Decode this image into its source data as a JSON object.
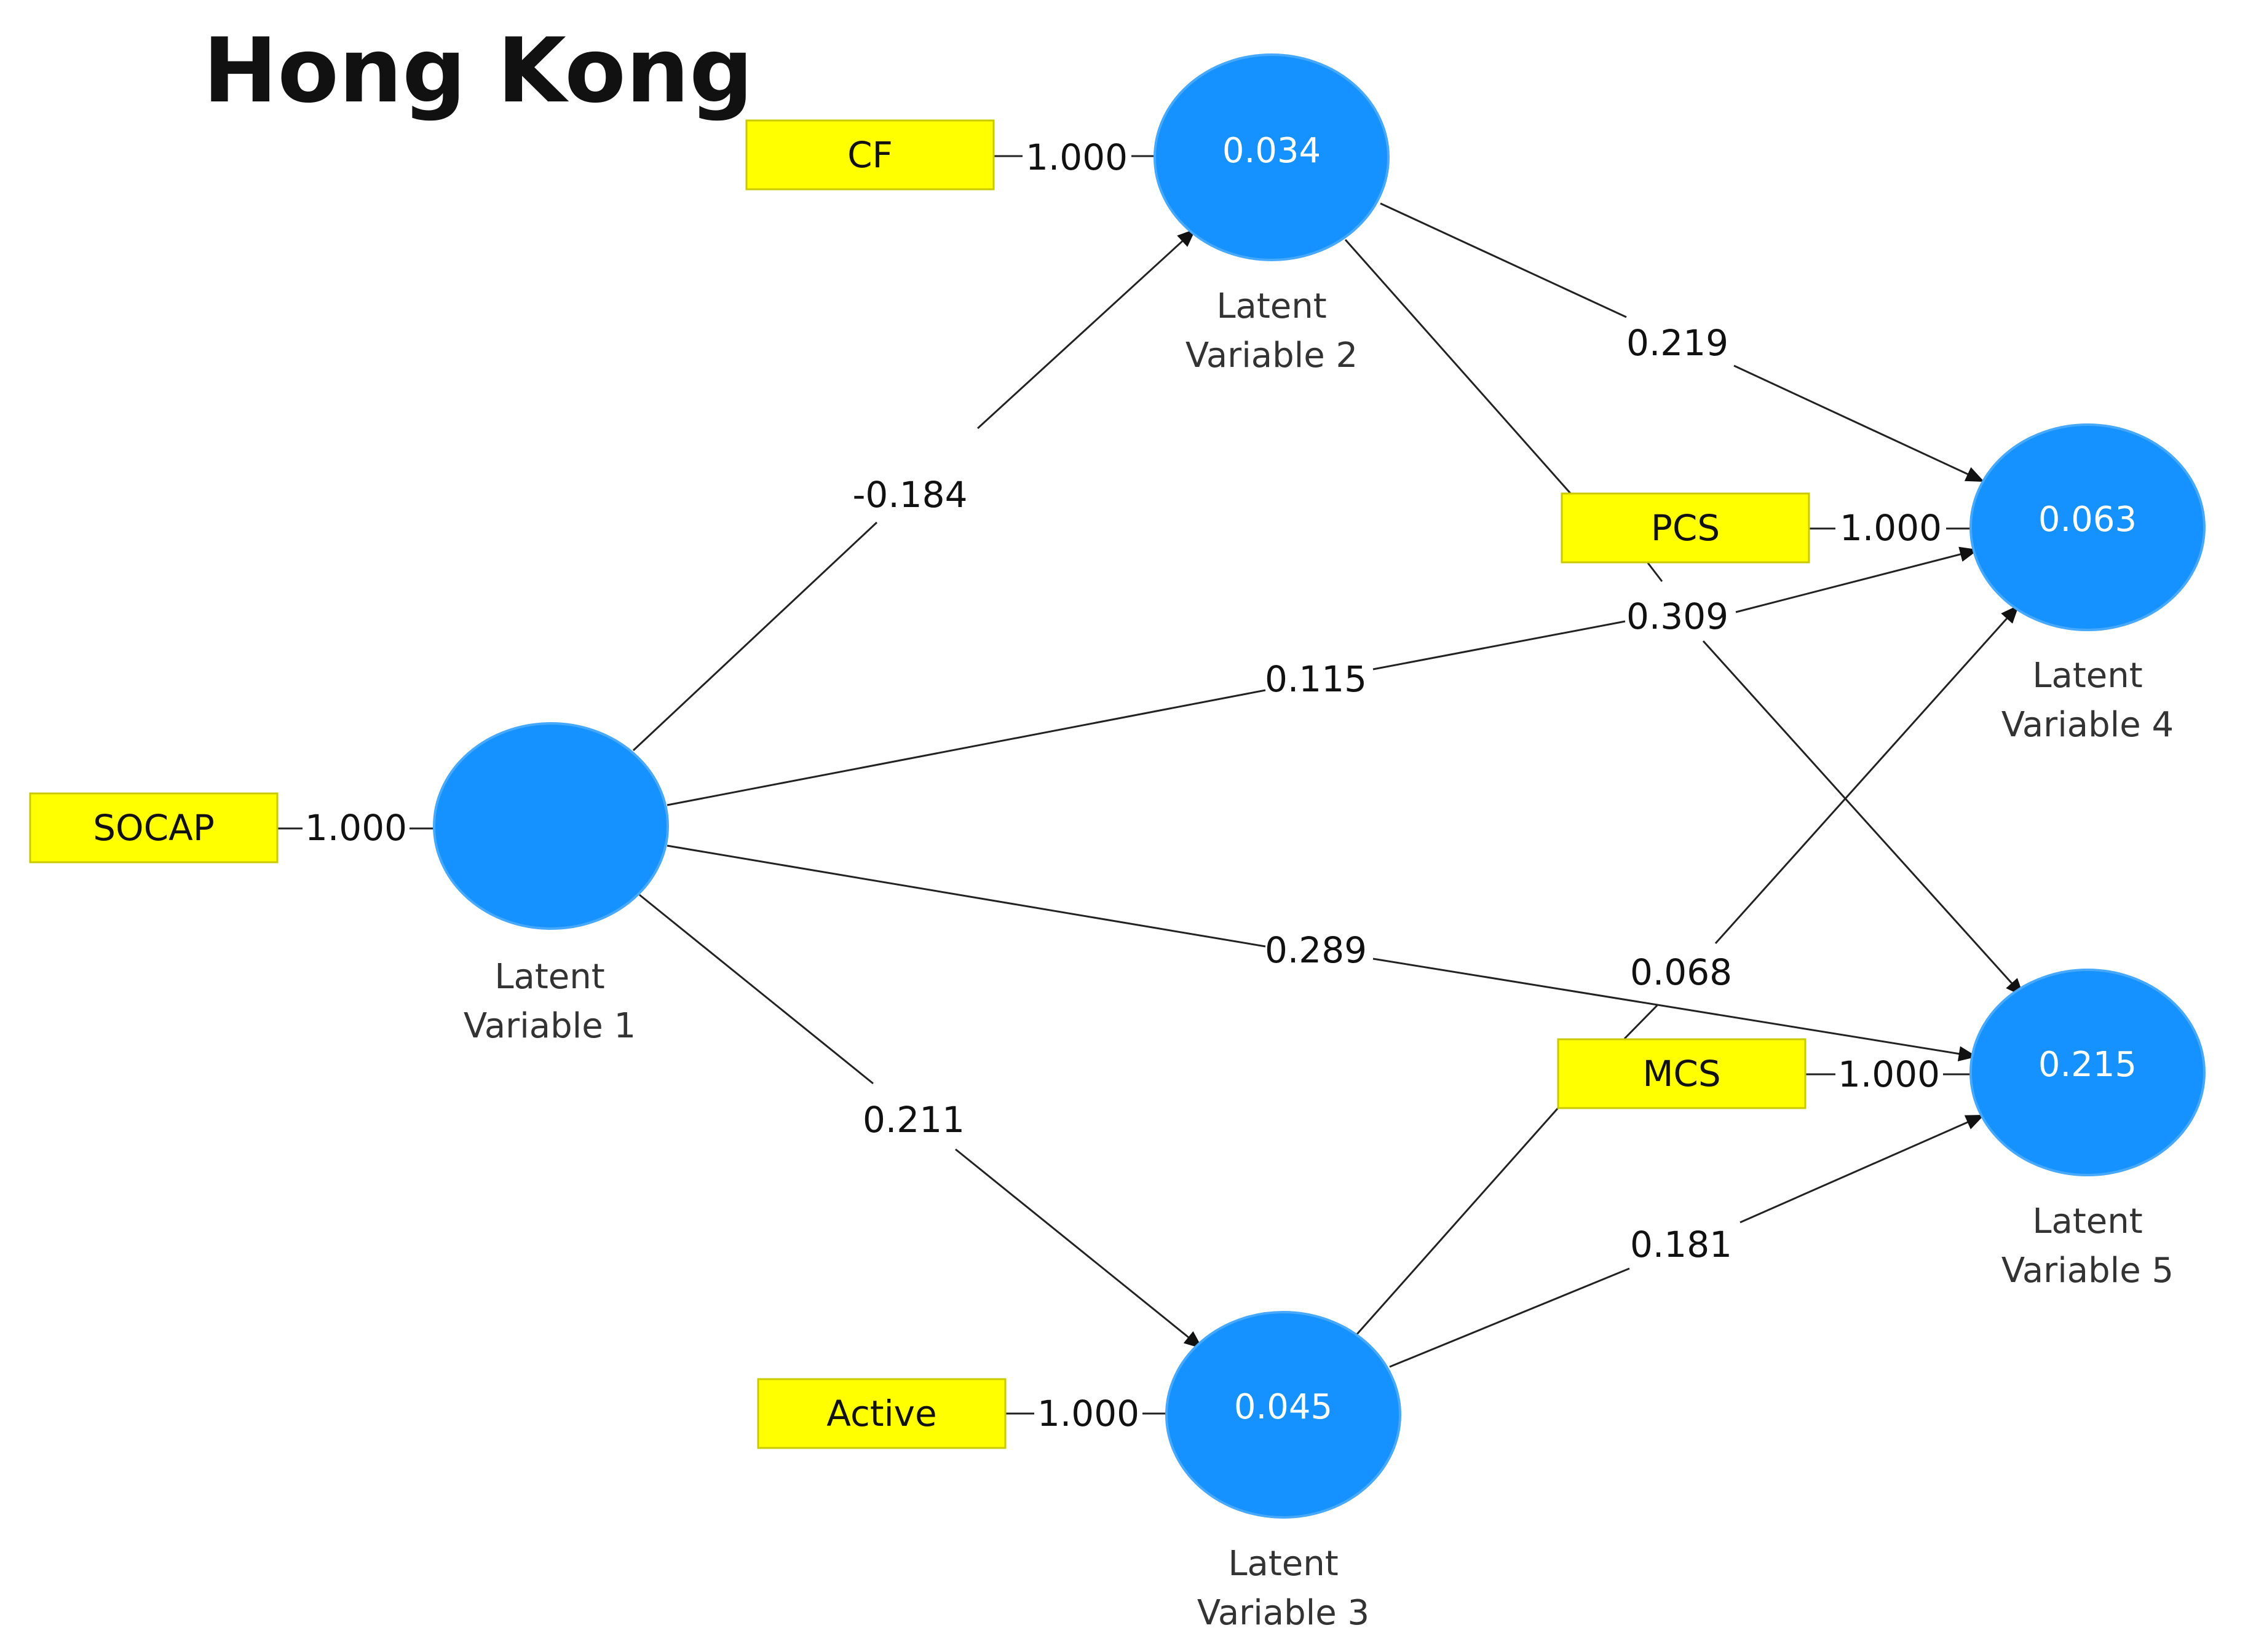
{
  "title": "Hong Kong",
  "colors": {
    "latent_fill": "#1592FF",
    "latent_stroke": "#47A8FF",
    "indicator_fill": "#FFFF00",
    "indicator_stroke": "#C9C900",
    "edge": "#222222"
  },
  "latent_variables": {
    "lv1": {
      "name_line1": "Latent",
      "name_line2": "Variable 1",
      "r_squared": ""
    },
    "lv2": {
      "name_line1": "Latent",
      "name_line2": "Variable 2",
      "r_squared": "0.034"
    },
    "lv3": {
      "name_line1": "Latent",
      "name_line2": "Variable 3",
      "r_squared": "0.045"
    },
    "lv4": {
      "name_line1": "Latent",
      "name_line2": "Variable 4",
      "r_squared": "0.063"
    },
    "lv5": {
      "name_line1": "Latent",
      "name_line2": "Variable 5",
      "r_squared": "0.215"
    }
  },
  "indicators": {
    "socap": {
      "label": "SOCAP",
      "loading": "1.000"
    },
    "cf": {
      "label": "CF",
      "loading": "1.000"
    },
    "active": {
      "label": "Active",
      "loading": "1.000"
    },
    "pcs": {
      "label": "PCS",
      "loading": "1.000"
    },
    "mcs": {
      "label": "MCS",
      "loading": "1.000"
    }
  },
  "paths": {
    "lv1_lv2": "-0.184",
    "lv1_lv3": "0.211",
    "lv1_lv4": "0.115",
    "lv1_lv5": "0.289",
    "lv2_lv4": "0.219",
    "lv2_lv5": "0.309",
    "lv3_lv4": "0.068",
    "lv3_lv5": "0.181"
  }
}
